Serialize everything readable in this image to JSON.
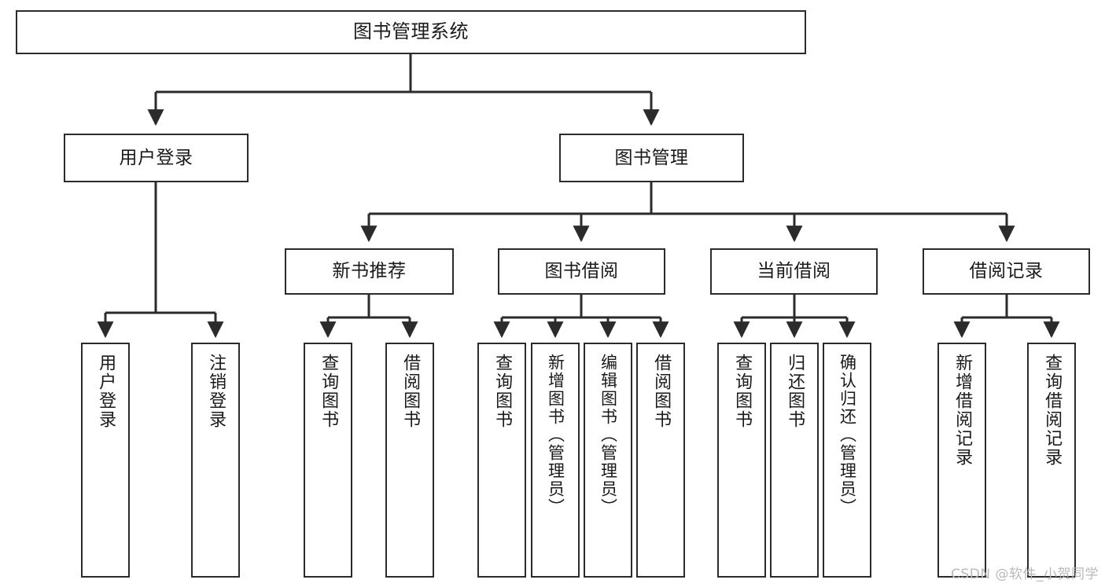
{
  "diagram": {
    "title": "图书管理系统",
    "watermark": "CSDN @软件_小贺同学",
    "line_color": "#2b2b2b",
    "box_fill": "#ffffff",
    "text_color": "#1a1a1a",
    "levels": {
      "root": {
        "label": "图书管理系统"
      },
      "level2": [
        {
          "id": "user-login",
          "label": "用户登录"
        },
        {
          "id": "book-management",
          "label": "图书管理"
        }
      ],
      "level3": [
        {
          "id": "new-book-recommend",
          "label": "新书推荐",
          "parent": "book-management"
        },
        {
          "id": "book-borrow",
          "label": "图书借阅",
          "parent": "book-management"
        },
        {
          "id": "current-borrow",
          "label": "当前借阅",
          "parent": "book-management"
        },
        {
          "id": "borrow-record",
          "label": "借阅记录",
          "parent": "book-management"
        }
      ],
      "leaves": {
        "user-login": [
          {
            "id": "leaf-user-login",
            "label": "用户登录"
          },
          {
            "id": "leaf-logout",
            "label": "注销登录"
          }
        ],
        "new-book-recommend": [
          {
            "id": "leaf-query-book-1",
            "label": "查询图书"
          },
          {
            "id": "leaf-borrow-book-1",
            "label": "借阅图书"
          }
        ],
        "book-borrow": [
          {
            "id": "leaf-query-book-2",
            "label": "查询图书"
          },
          {
            "id": "leaf-add-book",
            "label": "新增图书（管理员）"
          },
          {
            "id": "leaf-edit-book",
            "label": "编辑图书（管理员）"
          },
          {
            "id": "leaf-borrow-book-2",
            "label": "借阅图书"
          }
        ],
        "current-borrow": [
          {
            "id": "leaf-query-book-3",
            "label": "查询图书"
          },
          {
            "id": "leaf-return-book",
            "label": "归还图书"
          },
          {
            "id": "leaf-confirm-return",
            "label": "确认归还（管理员）"
          }
        ],
        "borrow-record": [
          {
            "id": "leaf-add-record",
            "label": "新增借阅记录"
          },
          {
            "id": "leaf-query-record",
            "label": "查询借阅记录"
          }
        ]
      }
    }
  }
}
